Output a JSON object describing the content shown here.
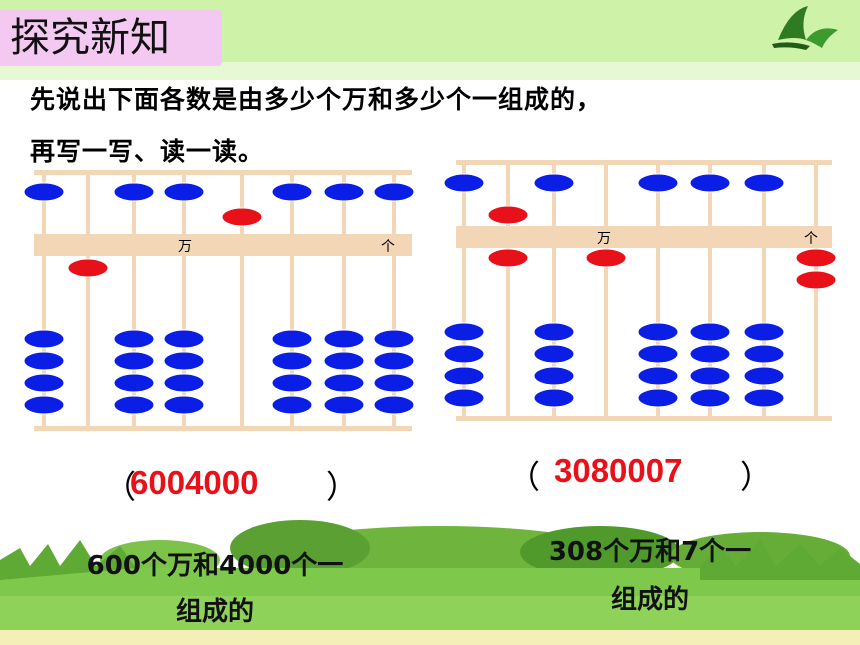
{
  "header": {
    "title": "探究新知"
  },
  "instruction": {
    "line1": "先说出下面各数是由多少个万和多少个一组成的，",
    "line2": "再写一写、读一读。"
  },
  "abacus_left": {
    "label_wan": "万",
    "label_ge": "个",
    "upper_beads": [
      1,
      0,
      1,
      1,
      1,
      1,
      1,
      1
    ],
    "lower_beads": [
      4,
      1,
      4,
      4,
      0,
      4,
      4,
      4
    ],
    "answer": "6004000",
    "explanation_line1": "600个万和4000个一",
    "explanation_line2": "组成的"
  },
  "abacus_right": {
    "label_wan": "万",
    "label_ge": "个",
    "upper_beads": [
      1,
      1,
      1,
      0,
      1,
      1,
      1,
      0
    ],
    "lower_beads": [
      4,
      1,
      4,
      1,
      4,
      4,
      4,
      2
    ],
    "answer": "3080007",
    "explanation_line1": "308个万和7个一",
    "explanation_line2": "组成的"
  },
  "colors": {
    "blue_bead": "#0a1ee6",
    "red_bead": "#e8111a",
    "frame": "#f3d6b5"
  }
}
